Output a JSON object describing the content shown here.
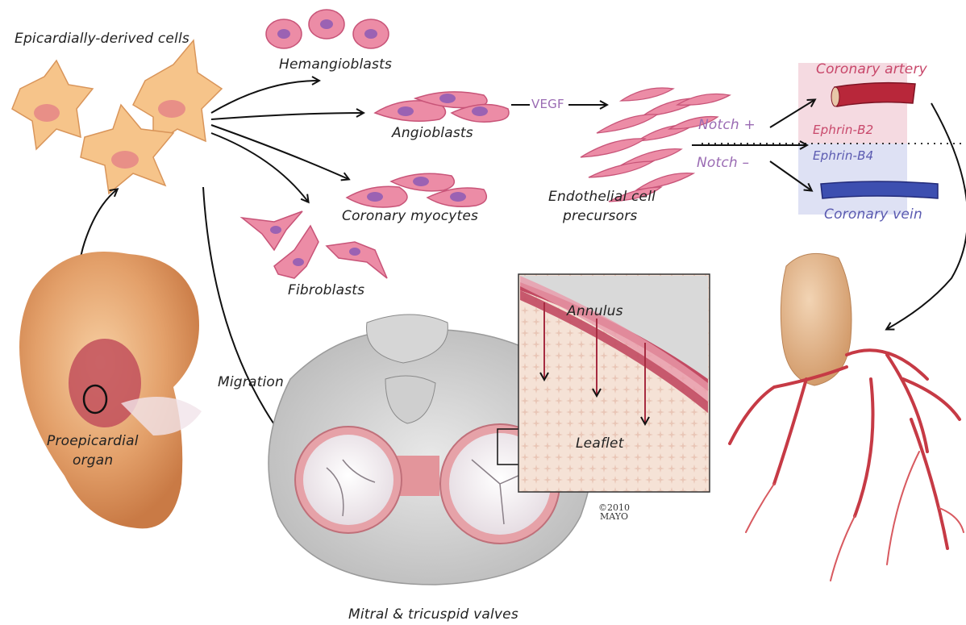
{
  "labels": {
    "epicardial": "Epicardially-derived cells",
    "hemangioblasts": "Hemangioblasts",
    "angioblasts": "Angioblasts",
    "vegf": "VEGF",
    "myocytes": "Coronary myocytes",
    "fibroblasts": "Fibroblasts",
    "endothelial_line1": "Endothelial cell",
    "endothelial_line2": "precursors",
    "notch_plus": "Notch +",
    "notch_minus": "Notch –",
    "coronary_artery": "Coronary artery",
    "ephrin_b2": "Ephrin-B2",
    "ephrin_b4": "Ephrin-B4",
    "coronary_vein": "Coronary vein",
    "proepicardial_line1": "Proepicardial",
    "proepicardial_line2": "organ",
    "migration": "Migration",
    "annulus": "Annulus",
    "leaflet": "Leaflet",
    "valves": "Mitral & tricuspid valves",
    "copyright_line1": "©2010",
    "copyright_line2": "MAYO"
  },
  "colors": {
    "cell_orange": "#f6c48a",
    "cell_pink": "#e0708e",
    "nucleus_purple": "#b07ac8",
    "artery_red": "#b8273a",
    "vein_blue": "#3d4fb0",
    "ephrin_pink_bg": "#f3d3dc",
    "ephrin_blue_bg": "#d8dcf2"
  }
}
